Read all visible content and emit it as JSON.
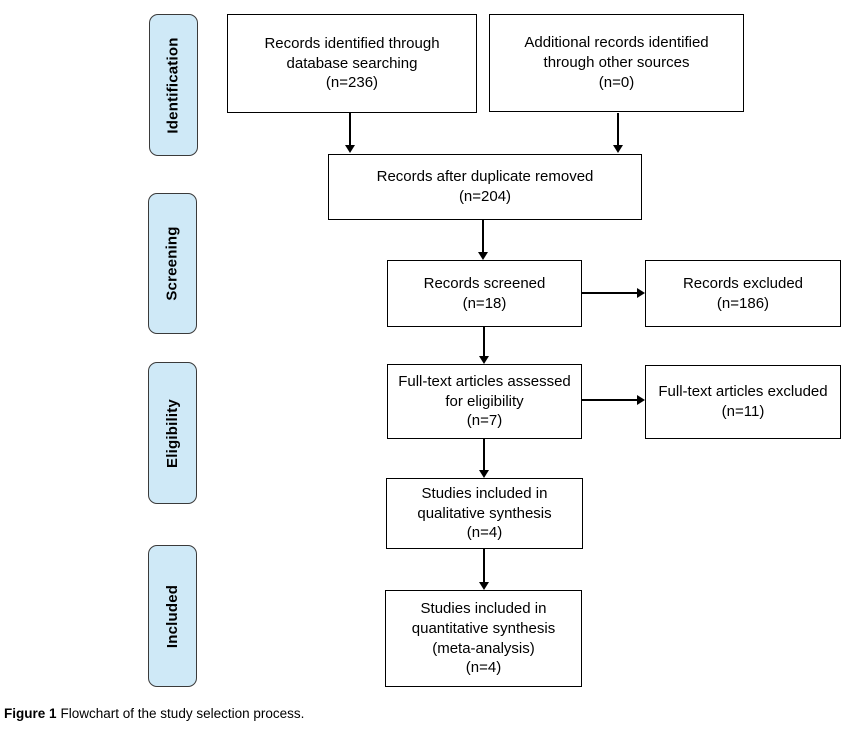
{
  "figure_caption": {
    "label": "Figure 1",
    "text": "Flowchart of the study selection process."
  },
  "stages": [
    {
      "id": "identification",
      "label": "Identification"
    },
    {
      "id": "screening",
      "label": "Screening"
    },
    {
      "id": "eligibility",
      "label": "Eligibility"
    },
    {
      "id": "included",
      "label": "Included"
    }
  ],
  "boxes": {
    "identified": {
      "text": "Records identified through\ndatabase searching\n(n=236)"
    },
    "additional": {
      "text": "Additional records identified\nthrough other sources\n(n=0)"
    },
    "deduplicated": {
      "text": "Records after duplicate removed\n(n=204)"
    },
    "screened": {
      "text": "Records screened\n(n=18)"
    },
    "excluded": {
      "text": "Records excluded\n(n=186)"
    },
    "fulltext_assessed": {
      "text": "Full-text articles assessed\nfor eligibility\n(n=7)"
    },
    "fulltext_excluded": {
      "text": "Full-text articles excluded\n(n=11)"
    },
    "qualitative": {
      "text": "Studies included in\nqualitative synthesis\n(n=4)"
    },
    "quantitative": {
      "text": "Studies included in\nquantitative synthesis\n(meta-analysis)\n(n=4)"
    }
  },
  "counts": {
    "identified": 236,
    "additional_sources": 0,
    "after_duplicates_removed": 204,
    "screened": 18,
    "records_excluded": 186,
    "fulltext_assessed": 7,
    "fulltext_excluded": 11,
    "qualitative_synthesis": 4,
    "quantitative_synthesis": 4
  },
  "colors": {
    "stage_fill": "#cfe9f7",
    "stage_border": "#3a3a3a",
    "box_border": "#000000",
    "arrow": "#000000",
    "text": "#000000",
    "background": "#ffffff"
  }
}
